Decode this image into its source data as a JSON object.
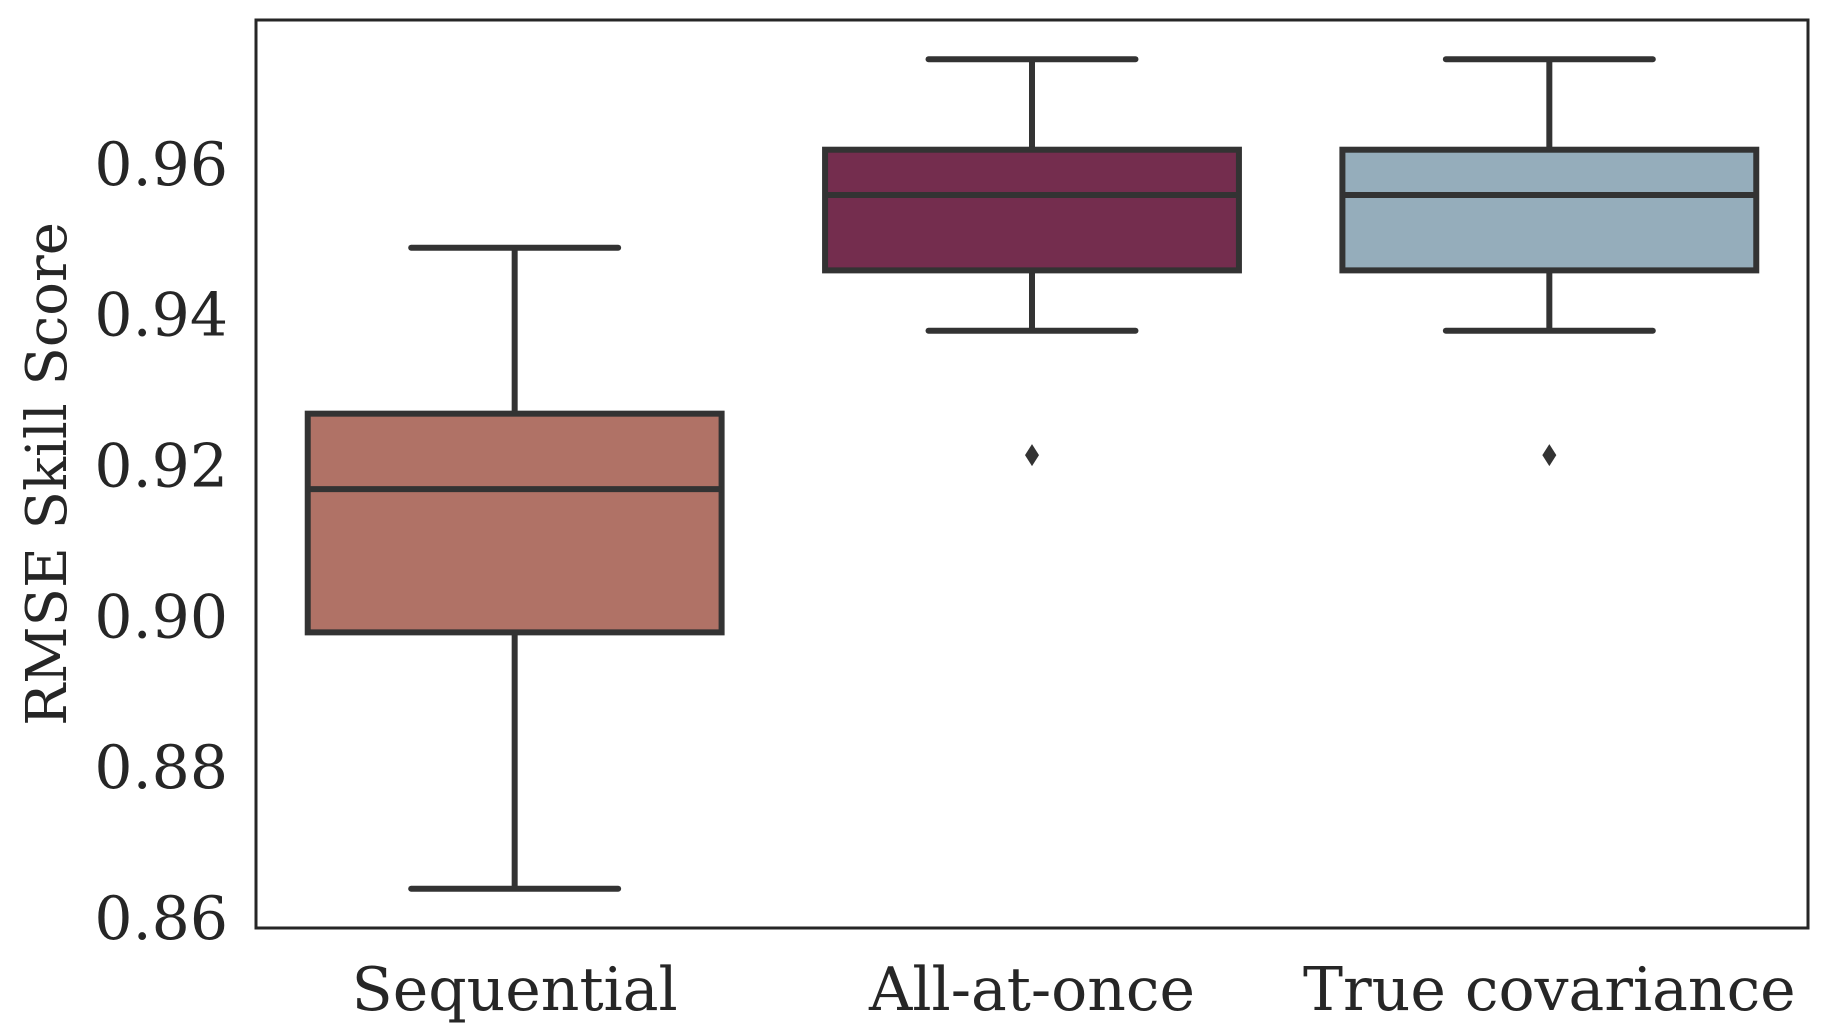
{
  "chart_data": {
    "type": "box",
    "ylabel": "RMSE Skill Score",
    "xlabel": "",
    "ylim": [
      0.8588,
      0.9792
    ],
    "yticks": [
      0.86,
      0.88,
      0.9,
      0.92,
      0.94,
      0.96
    ],
    "ytick_labels": [
      "0.86",
      "0.88",
      "0.90",
      "0.92",
      "0.94",
      "0.96"
    ],
    "grid": false,
    "categories": [
      "Sequential",
      "All-at-once",
      "True covariance"
    ],
    "boxes": [
      {
        "category": "Sequential",
        "whisker_low": 0.864,
        "q1": 0.898,
        "median": 0.917,
        "q3": 0.927,
        "whisker_high": 0.949,
        "outliers": [],
        "color": "#B07266"
      },
      {
        "category": "All-at-once",
        "whisker_low": 0.938,
        "q1": 0.946,
        "median": 0.956,
        "q3": 0.962,
        "whisker_high": 0.974,
        "outliers": [
          0.9215
        ],
        "color": "#742D4E"
      },
      {
        "category": "True covariance",
        "whisker_low": 0.938,
        "q1": 0.946,
        "median": 0.956,
        "q3": 0.962,
        "whisker_high": 0.974,
        "outliers": [
          0.9215
        ],
        "color": "#95ADBB"
      }
    ],
    "line_color": "#333333",
    "frame_color": "#262626"
  }
}
